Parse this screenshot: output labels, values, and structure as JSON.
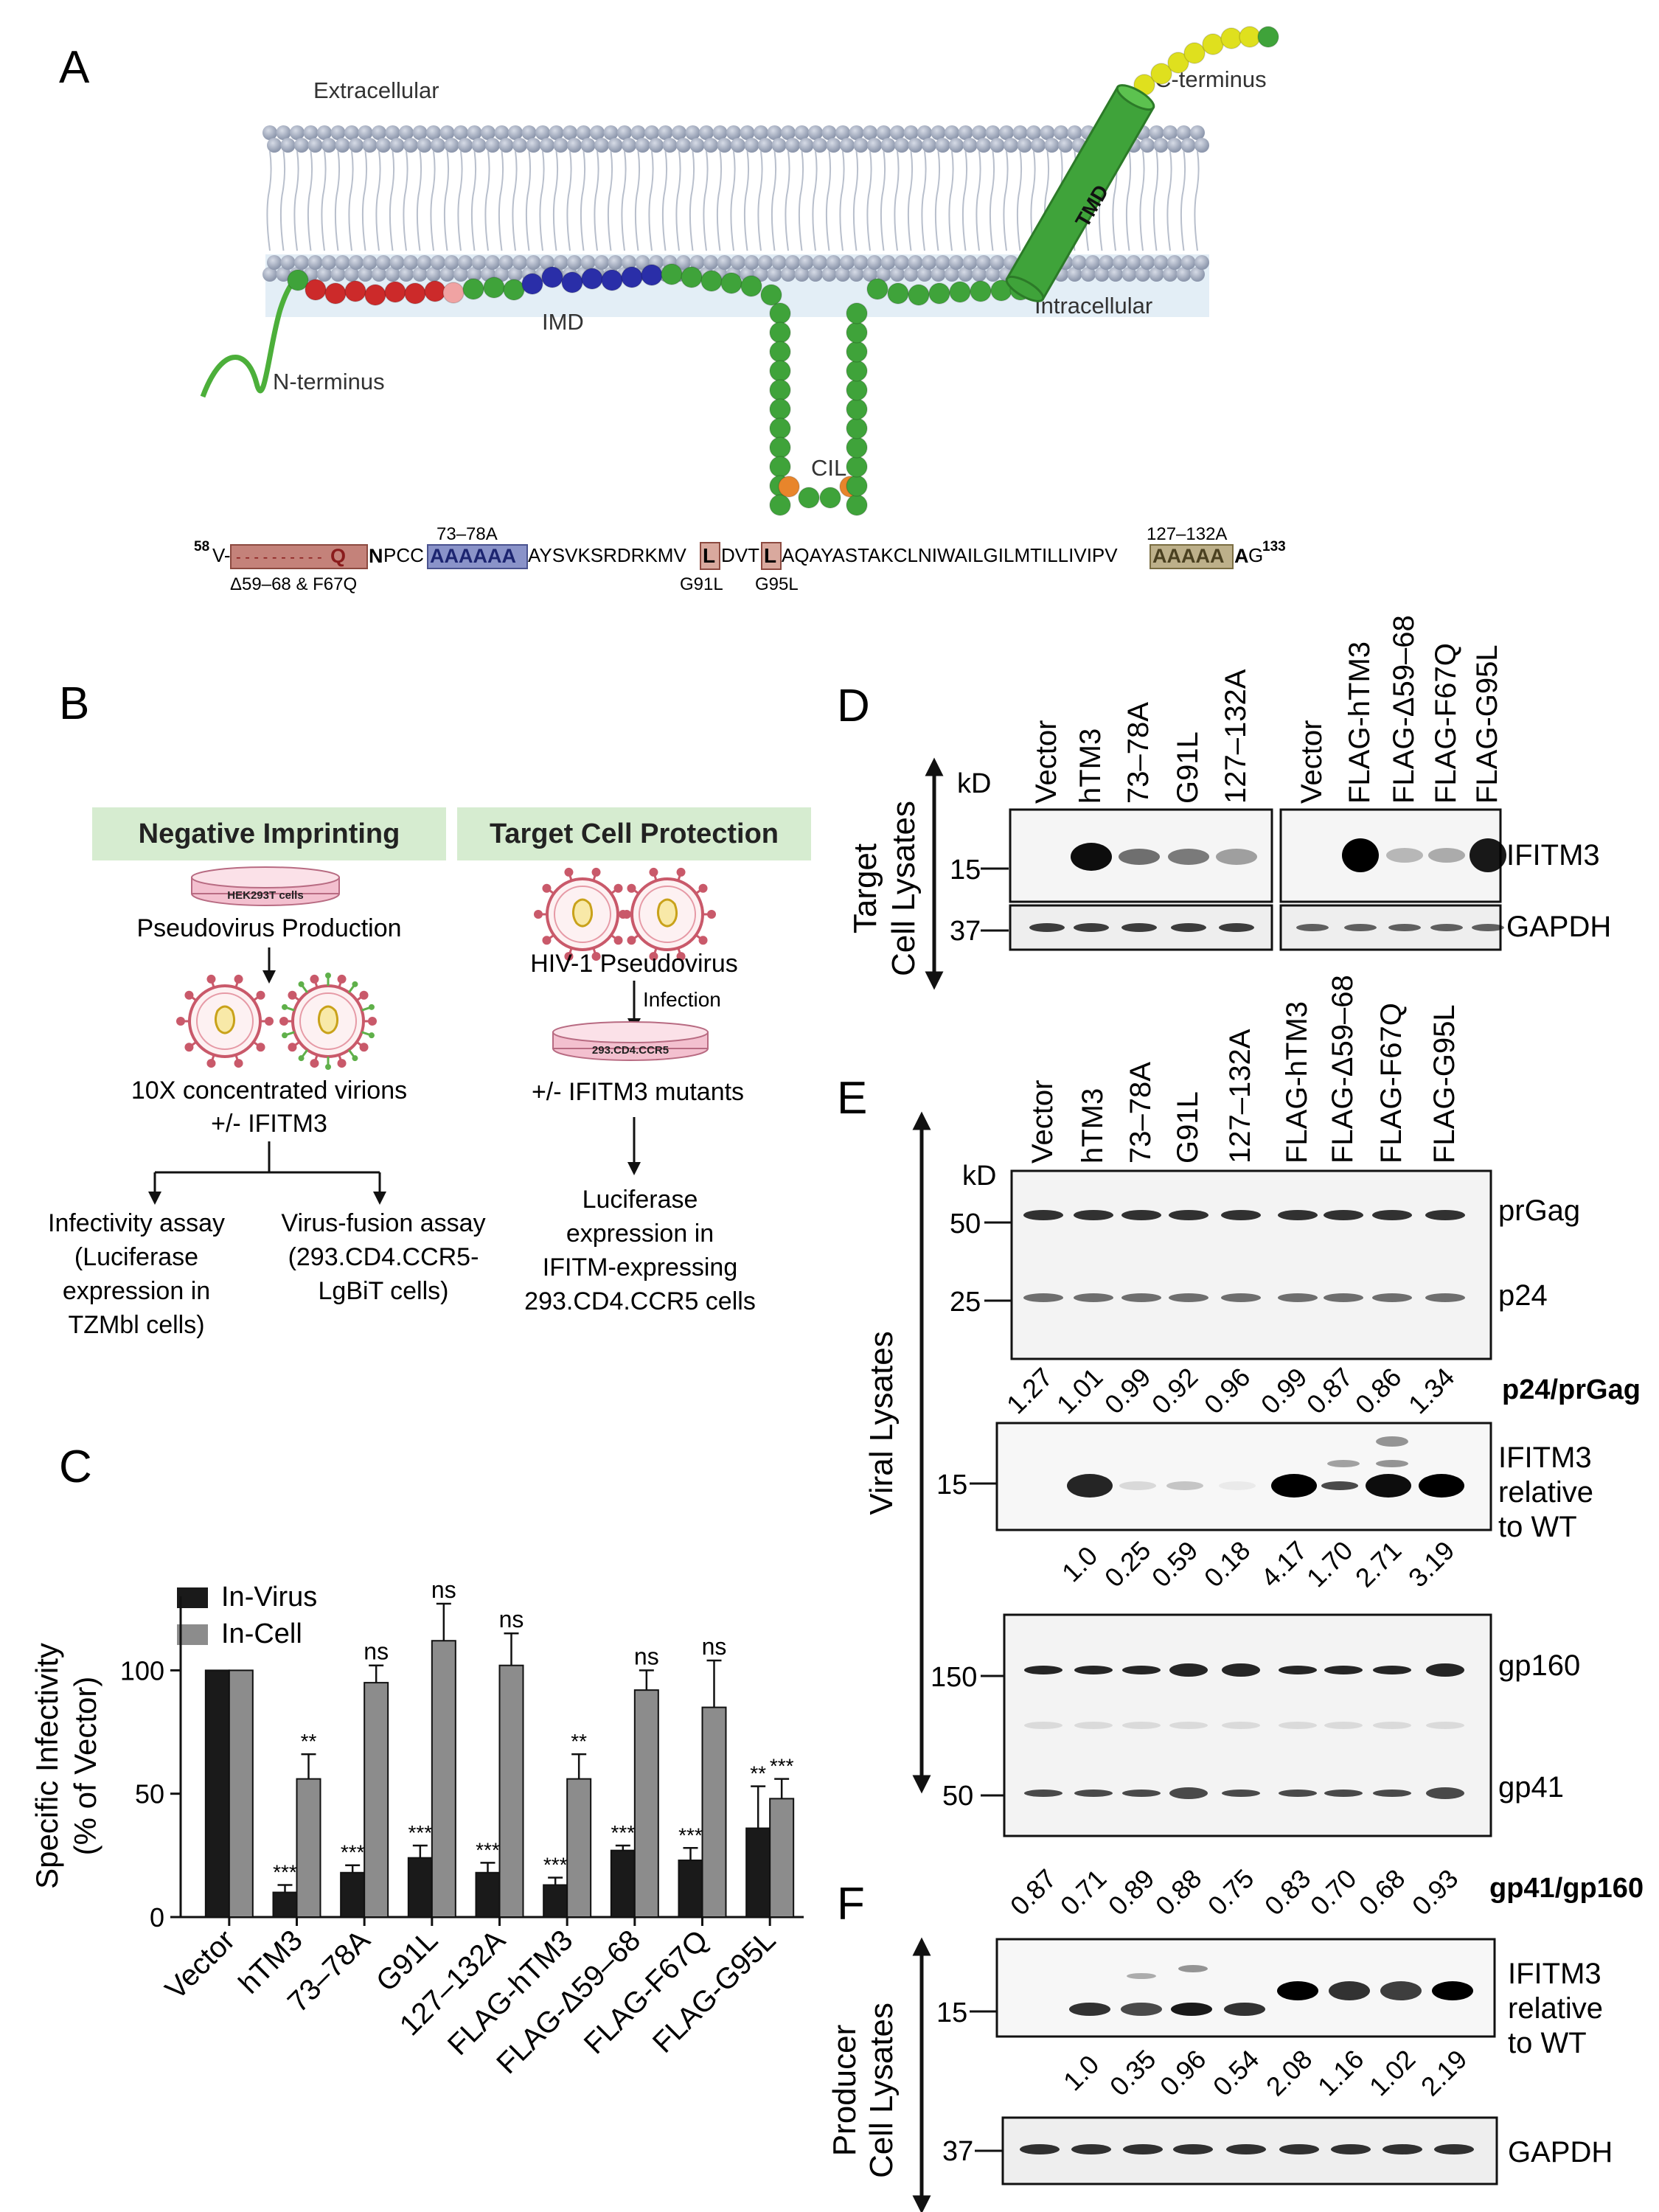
{
  "panel_labels": {
    "a": "A",
    "b": "B",
    "c": "C",
    "d": "D",
    "e": "E",
    "f": "F"
  },
  "panelA": {
    "extracellular": "Extracellular",
    "intracellular": "Intracellular",
    "c_terminus": "C-terminus",
    "n_terminus": "N-terminus",
    "imd": "IMD",
    "cil": "CIL",
    "tmd": "TMD",
    "seq_start_num": "58",
    "seq_start_res": "V-",
    "seq_q": "Q",
    "seq_dash": "- - - - - - - - - -",
    "seq_n": "N",
    "seq_pcc": "PCC",
    "seq_a6": "AAAAAA",
    "seq_mid1": "AYSVKSRDRKMV",
    "seq_L1": "L",
    "seq_dvt": "DVT",
    "seq_L2": "L",
    "seq_mid2": "AQAYASTAKCLNIWAILGILMTILLIVIPV",
    "seq_a5": "AAAAA",
    "seq_A": "A",
    "seq_G": "G",
    "seq_end_num": "133",
    "lbl_7378": "73–78A",
    "lbl_127132": "127–132A",
    "lbl_del": "Δ59–68 & F67Q",
    "lbl_g91l": "G91L",
    "lbl_g95l": "G95L"
  },
  "panelB": {
    "neg_title": "Negative Imprinting",
    "tcp_title": "Target Cell Protection",
    "dish1": "HEK293T cells",
    "pseudo_prod": "Pseudovirus Production",
    "conc_1": "10X concentrated virions",
    "conc_2": "+/- IFITM3",
    "inf_1": "Infectivity assay",
    "inf_2": "(Luciferase",
    "inf_3": "expression in",
    "inf_4": "TZMbl cells)",
    "fus_1": "Virus-fusion assay",
    "fus_2": "(293.CD4.CCR5-",
    "fus_3": "LgBiT cells)",
    "hiv": "HIV-1 Pseudovirus",
    "infection": "Infection",
    "dish2": "293.CD4.CCR5",
    "mutants": "+/- IFITM3 mutants",
    "luc_1": "Luciferase",
    "luc_2": "expression in",
    "luc_3": "IFITM-expressing",
    "luc_4": "293.CD4.CCR5 cells"
  },
  "chart_data": {
    "type": "bar",
    "ylabel": "Specific Infectivity",
    "ylabel2": "(% of Vector)",
    "ylim": [
      0,
      130
    ],
    "yticks": [
      0,
      50,
      100
    ],
    "categories": [
      "Vector",
      "hTM3",
      "73–78A",
      "G91L",
      "127–132A",
      "FLAG-hTM3",
      "FLAG-Δ59–68",
      "FLAG-F67Q",
      "FLAG-G95L"
    ],
    "series": [
      {
        "name": "In-Virus",
        "color": "#1a1a1a",
        "values": [
          100,
          10,
          18,
          24,
          18,
          13,
          27,
          23,
          36
        ],
        "errors": [
          0,
          3,
          3,
          5,
          4,
          3,
          2,
          5,
          17
        ],
        "sig": [
          "",
          "***",
          "***",
          "***",
          "***",
          "***",
          "***",
          "***",
          "**"
        ]
      },
      {
        "name": "In-Cell",
        "color": "#8c8c8c",
        "values": [
          100,
          56,
          95,
          112,
          102,
          56,
          92,
          85,
          48
        ],
        "errors": [
          0,
          10,
          7,
          15,
          13,
          10,
          8,
          19,
          8
        ],
        "sig": [
          "",
          "**",
          "ns",
          "ns",
          "ns",
          "**",
          "ns",
          "ns",
          "***"
        ]
      }
    ]
  },
  "panelD": {
    "side_1": "Target",
    "side_2": "Cell Lysates",
    "kd": "kD",
    "m15": "15",
    "m37": "37",
    "lanes_left": [
      "Vector",
      "hTM3",
      "73–78A",
      "G91L",
      "127–132A"
    ],
    "lanes_right": [
      "Vector",
      "FLAG-hTM3",
      "FLAG-Δ59–68",
      "FLAG-F67Q",
      "FLAG-G95L"
    ],
    "ifitm3": "IFITM3",
    "gapdh": "GAPDH"
  },
  "panelE": {
    "side": "Viral Lysates",
    "kd": "kD",
    "lanes": [
      "Vector",
      "hTM3",
      "73–78A",
      "G91L",
      "127–132A",
      "FLAG-hTM3",
      "FLAG-Δ59–68",
      "FLAG-F67Q",
      "FLAG-G95L"
    ],
    "m50a": "50",
    "m25": "25",
    "m15": "15",
    "m150": "150",
    "m50b": "50",
    "prgag": "prGag",
    "p24": "p24",
    "ratio_title": "p24/prGag",
    "ratios": [
      "1.27",
      "1.01",
      "0.99",
      "0.92",
      "0.96",
      "0.99",
      "0.87",
      "0.86",
      "1.34"
    ],
    "ifitm3_1": "IFITM3",
    "ifitm3_2": "relative",
    "ifitm3_3": "to WT",
    "ifitm_vals": [
      "1.0",
      "0.25",
      "0.59",
      "0.18",
      "4.17",
      "1.70",
      "2.71",
      "3.19"
    ],
    "gp160": "gp160",
    "gp41": "gp41",
    "gp_title": "gp41/gp160",
    "gp_vals": [
      "0.87",
      "0.71",
      "0.89",
      "0.88",
      "0.75",
      "0.83",
      "0.70",
      "0.68",
      "0.93"
    ]
  },
  "panelF": {
    "side_1": "Producer",
    "side_2": "Cell Lysates",
    "m15": "15",
    "m37": "37",
    "ifitm3_1": "IFITM3",
    "ifitm3_2": "relative",
    "ifitm3_3": "to WT",
    "vals": [
      "1.0",
      "0.35",
      "0.96",
      "0.54",
      "2.08",
      "1.16",
      "1.02",
      "2.19"
    ],
    "gapdh": "GAPDH"
  }
}
